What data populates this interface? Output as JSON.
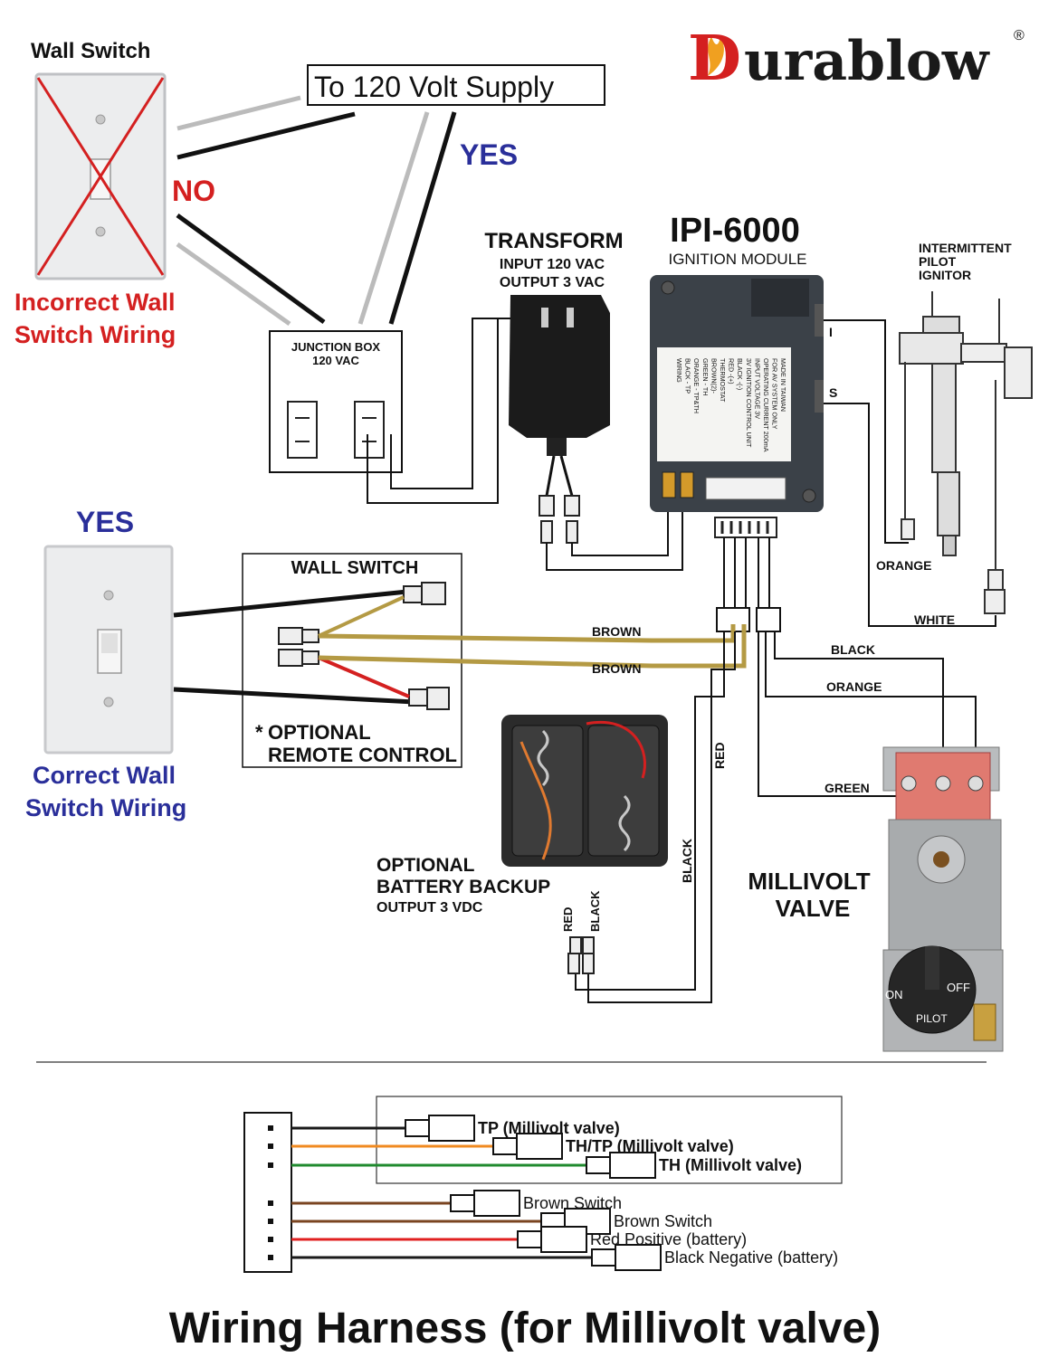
{
  "brand": {
    "name": "Durablow",
    "first_letter": "D",
    "rest": "urablow",
    "registered": "®",
    "colors": {
      "accent": "#d42020",
      "flame": "#f0a020"
    }
  },
  "supply": {
    "label": "To 120 Volt Supply"
  },
  "top_switch": {
    "title": "Wall Switch",
    "verdict": "NO",
    "caption_line1": "Incorrect Wall",
    "caption_line2": "Switch Wiring",
    "supply_verdict": "YES"
  },
  "junction_box": {
    "line1": "JUNCTION BOX",
    "line2": "120 VAC"
  },
  "transformer": {
    "title": "TRANSFORM",
    "line1": "INPUT 120 VAC",
    "line2": "OUTPUT 3 VAC"
  },
  "module": {
    "model": "IPI-6000",
    "subtitle": "IGNITION MODULE",
    "terminal_i": "I",
    "terminal_s": "S",
    "sticker": [
      "WIRING",
      "BLACK    - TP",
      "ORANGE  - TP&TH",
      "GREEN    - TH",
      "BROWN(2)-",
      "THERMOSTAT",
      "RED      -(+)",
      "BLACK    -(-)",
      "3V IGNITION CONTROL UNIT",
      "INPUT VOLTAGE 3V",
      "OPERATING CURRENT 200mA",
      "FOR AV SYSTEM ONLY",
      "MADE IN TAIWAN"
    ]
  },
  "igniter": {
    "line1": "INTERMITTENT",
    "line2": "PILOT",
    "line3": "IGNITOR",
    "wire_orange": "ORANGE",
    "wire_white": "WHITE"
  },
  "bottom_switch": {
    "verdict": "YES",
    "caption_line1": "Correct Wall",
    "caption_line2": "Switch Wiring"
  },
  "remote_box": {
    "title": "WALL SWITCH",
    "asterisk": "*",
    "optional_line1": "OPTIONAL",
    "optional_line2": "REMOTE CONTROL"
  },
  "wires": {
    "brown1": "BROWN",
    "brown2": "BROWN",
    "black": "BLACK",
    "orange": "ORANGE",
    "red": "RED",
    "green": "GREEN",
    "black2": "BLACK"
  },
  "battery": {
    "line1": "OPTIONAL",
    "line2": "BATTERY BACKUP",
    "line3": "OUTPUT 3 VDC",
    "wire_red": "RED",
    "wire_black": "BLACK"
  },
  "valve": {
    "line1": "MILLIVOLT",
    "line2": "VALVE",
    "knob_on": "ON",
    "knob_off": "OFF",
    "knob_pilot": "PILOT"
  },
  "harness": {
    "title": "Wiring Harness (for Millivolt valve)",
    "leads": [
      {
        "label": "TP (Millivolt valve)",
        "color": "#1a1a1a"
      },
      {
        "label": "TH/TP (Millivolt valve)",
        "color": "#f08a20"
      },
      {
        "label": "TH (Millivolt valve)",
        "color": "#1f8a2e"
      },
      {
        "label": "Brown Switch",
        "color": "#7a4420"
      },
      {
        "label": "Brown Switch",
        "color": "#7a4420"
      },
      {
        "label": "Red Positive (battery)",
        "color": "#e02020"
      },
      {
        "label": "Black Negative  (battery)",
        "color": "#1a1a1a"
      }
    ]
  }
}
